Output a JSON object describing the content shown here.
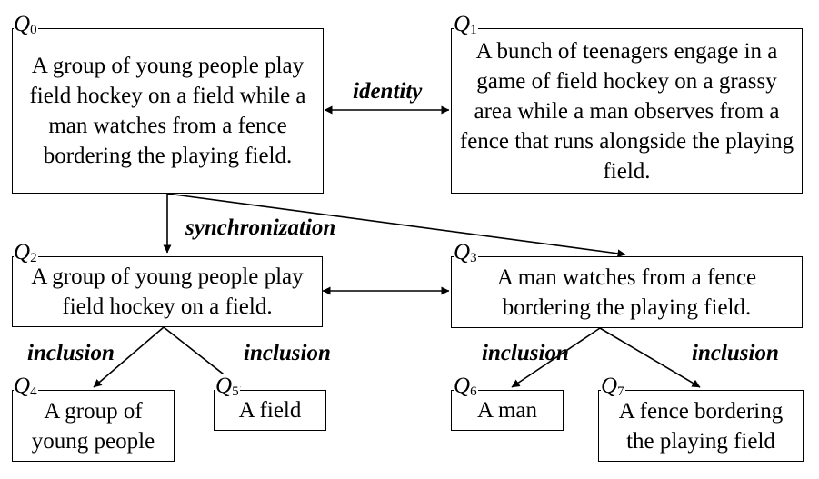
{
  "nodes": {
    "q0": {
      "name": "Q",
      "sub": "0",
      "text": "A group of young people play field hockey on a field while a man watches from a fence bordering the playing field."
    },
    "q1": {
      "name": "Q",
      "sub": "1",
      "text": "A bunch of teenagers engage in a game of field hockey on a grassy area while a man observes from a fence that runs alongside the playing field."
    },
    "q2": {
      "name": "Q",
      "sub": "2",
      "text": "A group of young people play field hockey on a field."
    },
    "q3": {
      "name": "Q",
      "sub": "3",
      "text": "A man watches from a fence bordering the playing field."
    },
    "q4": {
      "name": "Q",
      "sub": "4",
      "text": "A group of young people"
    },
    "q5": {
      "name": "Q",
      "sub": "5",
      "text": "A field"
    },
    "q6": {
      "name": "Q",
      "sub": "6",
      "text": "A man"
    },
    "q7": {
      "name": "Q",
      "sub": "7",
      "text": "A fence bordering the playing field"
    }
  },
  "edges": {
    "identity": "identity",
    "synchronization": "synchronization",
    "inclusion_q4": "inclusion",
    "inclusion_q5": "inclusion",
    "inclusion_q6": "inclusion",
    "inclusion_q7": "inclusion"
  }
}
